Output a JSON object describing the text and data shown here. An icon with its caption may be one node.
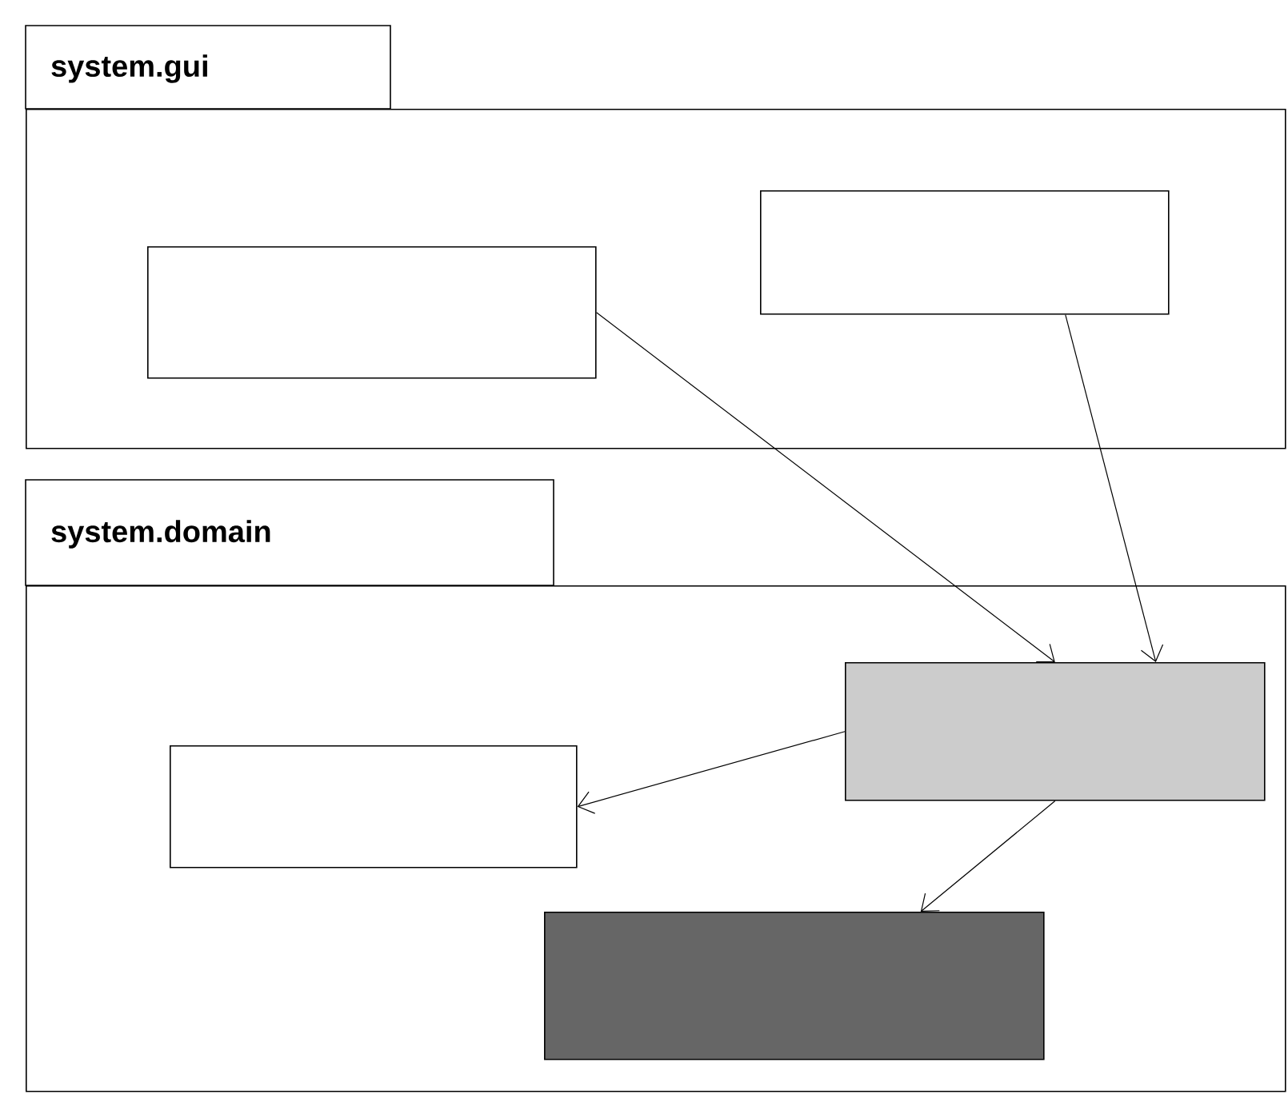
{
  "diagram": {
    "nodes": [
      {
        "text": [
          "system.gui"
        ]
      },
      {
        "text": [],
        "shape": "box",
        "in": 0
      },
      {
        "text": [],
        "shape": "box",
        "in": 0
      },
      {
        "text": [
          "system.domain"
        ]
      },
      {
        "text": [],
        "shape": "box",
        "in": 3
      },
      {
        "text": [],
        "shape": "box",
        "in": 3
      },
      {
        "text": [],
        "shape": "box",
        "in": 3
      }
    ],
    "edges": [
      {
        "from": 1,
        "to": 4,
        "arrow": "to"
      },
      {
        "from": 2,
        "to": 4,
        "arrow": "to"
      },
      {
        "from": 4,
        "to": 5,
        "arrow": "to"
      },
      {
        "from": 4,
        "to": 6,
        "arrow": "to"
      }
    ]
  }
}
